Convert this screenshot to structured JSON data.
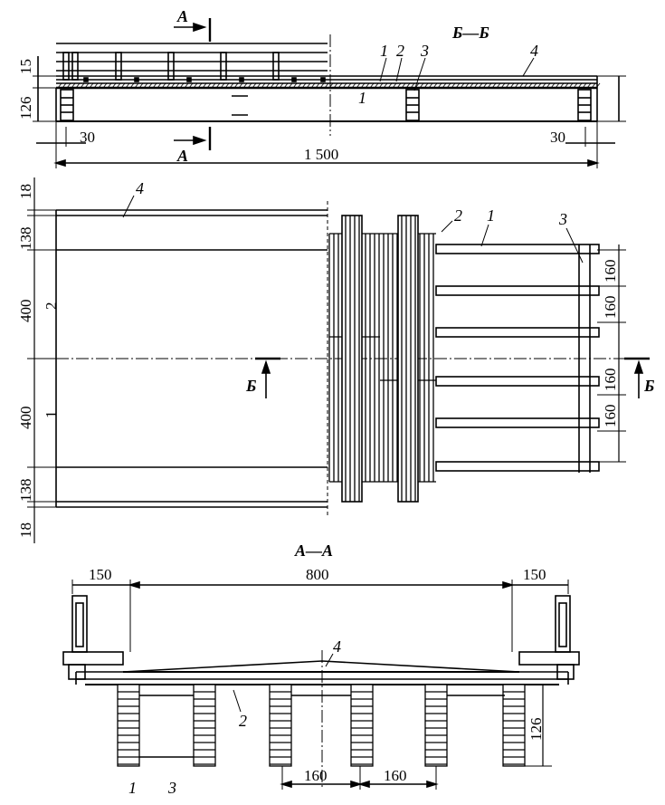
{
  "titles": {
    "section_bb": "Б—Б",
    "section_aa": "А—А",
    "cut_a": "А",
    "cut_b": "Б"
  },
  "labels": {
    "l1": "1",
    "l2": "2",
    "l3": "3",
    "l4": "4"
  },
  "dims_bb": {
    "d15": "15",
    "d126": "126",
    "d30": "30",
    "d1500": "1 500"
  },
  "dims_plan": {
    "d18": "18",
    "d138": "138",
    "d400": "400",
    "d160": "160",
    "lane2": "2",
    "lane1": "1"
  },
  "dims_aa": {
    "d150": "150",
    "d800": "800",
    "d126": "126",
    "d160": "160"
  }
}
